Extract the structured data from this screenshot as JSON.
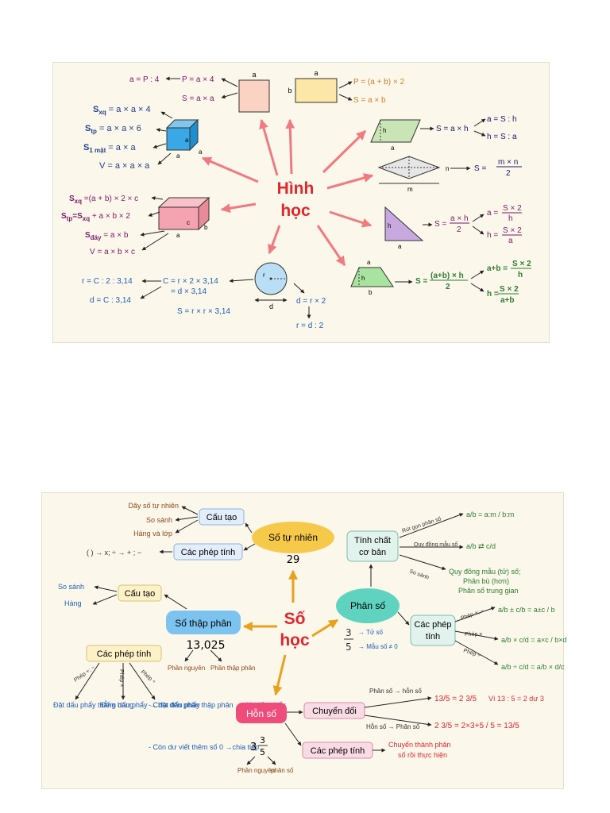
{
  "colors": {
    "red": "#e0262e",
    "pink_arrow": "#f07a80",
    "blue": "#1f5fb5",
    "purple": "#7a1a6a",
    "green": "#2e7d32",
    "orange": "#e8a11c",
    "brown": "#8a4a1c",
    "teal": "#0b6b78",
    "dark": "#222222"
  },
  "geometry": {
    "center": {
      "line1": "Hình",
      "line2": "học"
    },
    "square": {
      "side": "a",
      "f1": "a = P : 4",
      "f2": "P = a × 4",
      "f3": "S = a × a"
    },
    "rectangle": {
      "top": "a",
      "left": "b",
      "f1": "P = (a + b) × 2",
      "f2": "S = a × b"
    },
    "cube": {
      "a1": "a",
      "a2": "a",
      "a3": "a",
      "sxq": "S",
      "sxq_sub": "xq",
      "sxq_rest": " = a × a × 4",
      "stp": "S",
      "stp_sub": "tp",
      "stp_rest": " = a × a × 6",
      "s1": "S",
      "s1_sub": "1 mặt",
      "s1_rest": " = a × a",
      "v": "V = a × a × a"
    },
    "box": {
      "c": "c",
      "a": "a",
      "b": "b",
      "sxq": "S",
      "sxq_sub": "xq",
      "sxq_rest": " =(a + b) × 2 × c",
      "stp": "S",
      "stp_sub": "tp",
      "stp_mid": "=S",
      "stp_sub2": "xq",
      "stp_rest": " + a × b × 2",
      "sday": "S",
      "sday_sub": "đáy",
      "sday_rest": " = a × b",
      "v": "V = a × b × c"
    },
    "parallelogram": {
      "h": "h",
      "a": "a",
      "s": "S = a × h",
      "f1": "a = S : h",
      "f2": "h = S : a"
    },
    "rhombus": {
      "n": "n",
      "m": "m",
      "s": "S =",
      "num": "m × n",
      "den": "2"
    },
    "triangle": {
      "h": "h",
      "a": "a",
      "s": "S =",
      "num": "a × h",
      "den": "2",
      "f1": "a =",
      "f1_num": "S × 2",
      "f1_den": "h",
      "f2": "h =",
      "f2_num": "S × 2",
      "f2_den": "a"
    },
    "trapezoid": {
      "a": "a",
      "b": "b",
      "h": "h",
      "s": "S =",
      "num": "(a+b) × h",
      "den": "2",
      "f1": "a+b =",
      "f1_num": "S × 2",
      "f1_den": "h",
      "f2": "h =",
      "f2_num": "S × 2",
      "f2_den": "a+b"
    },
    "circle": {
      "r": "r",
      "d": "d",
      "f1": "r = C : 2 : 3,14",
      "f2": "C = r × 2 × 3,14",
      "f2b": "= d × 3,14",
      "f3": "d = C : 3,14",
      "f4": "S = r × r × 3,14",
      "f5": "d = r × 2",
      "f6": "r = d : 2"
    }
  },
  "arithmetic": {
    "center": {
      "line1": "Số",
      "line2": "học"
    },
    "natural": {
      "title": "Số tự nhiên",
      "example": "29",
      "cautao": "Cấu tạo",
      "phep": "Các phép tính",
      "items": [
        "Dãy số tự nhiên",
        "So sánh",
        "Hàng và lớp"
      ],
      "order": "( ) → x; ÷ → + ; −"
    },
    "decimal": {
      "title": "Số thập phân",
      "example": "13,025",
      "cautao": "Cấu tạo",
      "items": [
        "So sánh",
        "Hàng"
      ],
      "part1": "Phần nguyên",
      "part2": "Phần thập phân",
      "phep": "Các phép tính",
      "op1": "Phép +; −",
      "op2": "Phép ×",
      "op3": "Phép ÷",
      "d1": "Đặt dấu phẩy thẳng hàng",
      "d2": "Đếm dấu phẩy → đặt dấu phẩy",
      "d3": "- Chia đến phần thập phân → đặt dấu phẩy",
      "d4": "- Còn dư viết thêm số 0 →chia tiếp"
    },
    "fraction": {
      "title": "Phân số",
      "num": "3",
      "den": "5",
      "tu": "→ Tử số",
      "mau": "→ Mẫu số ≠ 0",
      "tinhchat1": "Tính chất",
      "tinhchat2": "cơ bản",
      "rut": "Rút gọn phân số",
      "quy": "Quy đồng mẫu số",
      "sosanh": "So sánh",
      "ss1": "Quy đồng mẫu (tử) số;",
      "ss2": "Phân bù (hơn)",
      "ss3": "Phân số trung gian",
      "phep1": "Các phép",
      "phep2": "tính",
      "op_pm": "Phép +; −",
      "op_mul": "Phép ×",
      "op_div": "Phép ÷"
    },
    "mixed": {
      "title": "Hỗn số",
      "whole": "3",
      "num": "3",
      "den": "5",
      "part1": "Phần nguyên",
      "part2": "phân số",
      "convert": "Chuyển đổi",
      "c1": "Phân số → hỗn số",
      "c2": "Hỗn số → Phân số",
      "ex1_tail": "Vì 13 : 5 = 2 dư 3",
      "phep": "Các phép tính",
      "phep_note1": "Chuyển thành phân",
      "phep_note2": "số rồi thực hiện"
    }
  }
}
